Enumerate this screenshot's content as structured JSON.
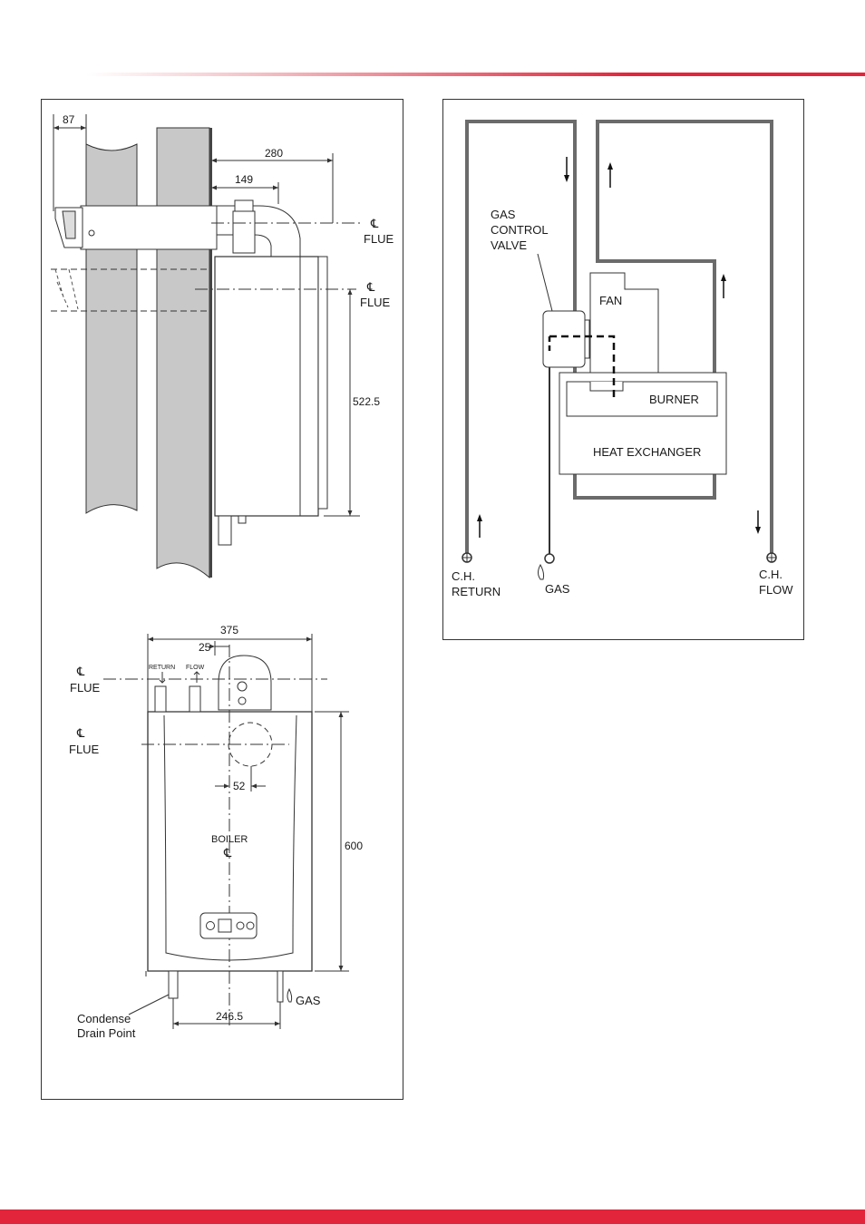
{
  "side_view": {
    "dim_87": "87",
    "dim_280": "280",
    "dim_149": "149",
    "dim_522_5": "522.5",
    "cl_symbol": "℄",
    "flue_label_1": "FLUE",
    "flue_label_2": "FLUE"
  },
  "front_view": {
    "dim_375": "375",
    "dim_25": "25",
    "dim_52": "52",
    "dim_600": "600",
    "dim_246_5": "246.5",
    "return_label": "RETURN",
    "flow_label": "FLOW",
    "flue_label_1": "FLUE",
    "flue_label_2": "FLUE",
    "boiler_label": "BOILER",
    "gas_label": "GAS",
    "condense_line1": "Condense",
    "condense_line2": "Drain Point",
    "cl_symbol": "℄"
  },
  "schematic": {
    "gas_control_valve_line1": "GAS",
    "gas_control_valve_line2": "CONTROL",
    "gas_control_valve_line3": "VALVE",
    "fan_label": "FAN",
    "burner_label": "BURNER",
    "heat_exchanger_label": "HEAT EXCHANGER",
    "ch_return_line1": "C.H.",
    "ch_return_line2": "RETURN",
    "gas_label": "GAS",
    "ch_flow_line1": "C.H.",
    "ch_flow_line2": "FLOW"
  },
  "colors": {
    "accent": "#e2253b",
    "wall_fill": "#c8c8c8",
    "pipe": "#6b6b6b"
  }
}
